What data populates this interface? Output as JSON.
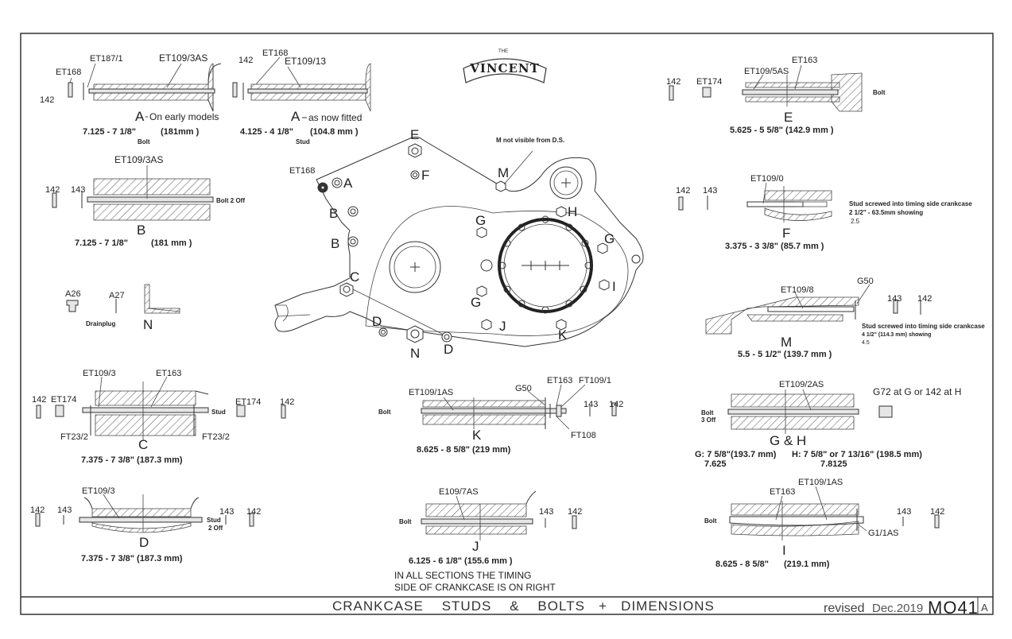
{
  "logo": {
    "top": "THE",
    "word": "VINCENT"
  },
  "title_block": {
    "title": "CRANKCASE    STUDS    &    BOLTS   +   DIMENSIONS",
    "revised": "revised",
    "date": "Dec.2019",
    "drawing_no": "MO41",
    "sheet": "A"
  },
  "notes": {
    "timing_1": "IN  ALL SECTIONS THE TIMING",
    "timing_2": "SIDE OF CRANKCASE IS ON RIGHT",
    "m_note": "M  not visible from D.S."
  },
  "sections": {
    "A_early": {
      "parts": [
        "ET187/1",
        "ET109/3AS",
        "ET168",
        "142"
      ],
      "caption": "A",
      "caption_note": "On  early models",
      "dim": "7.125  -  7 1/8\"",
      "dim_mm": "(181mm )",
      "kind": "Bolt"
    },
    "A_now": {
      "parts": [
        "142",
        "ET168",
        "ET109/13"
      ],
      "caption": "A",
      "caption_note": "as now fitted",
      "dim": "4.125 - 4  1/8\"",
      "dim_mm": "(104.8   mm )",
      "kind": "Stud"
    },
    "B": {
      "parts": [
        "ET109/3AS",
        "142",
        "143"
      ],
      "kind": "Bolt  2 Off",
      "caption": "B",
      "dim": "7.125  -  7 1/8\"",
      "dim_mm": "(181  mm )"
    },
    "N": {
      "parts": [
        "A26",
        "A27"
      ],
      "kind": "Drainplug",
      "caption": "N"
    },
    "C": {
      "parts": [
        "ET109/3",
        "ET163",
        "142",
        "ET174",
        "FT23/2",
        "FT23/2",
        "ET174",
        "142"
      ],
      "kind": "Stud",
      "caption": "C",
      "dim": "7.375  -  7 3/8\"  (187.3 mm)"
    },
    "D": {
      "parts": [
        "ET109/3",
        "142",
        "143",
        "143",
        "142"
      ],
      "kind": "Stud",
      "kind2": "2 Off",
      "caption": "D",
      "dim": "7.375  -  7 3/8\"  (187.3 mm)"
    },
    "E": {
      "parts": [
        "ET163",
        "ET109/5AS",
        "142",
        "ET174"
      ],
      "kind": "Bolt",
      "caption": "E",
      "dim": "5.625  -  5 5/8\"  (142.9    mm )"
    },
    "F": {
      "parts": [
        "ET109/0",
        "142",
        "143"
      ],
      "note_1": "Stud screwed into timing side crankcase",
      "note_2": "2 1/2\" -  63.5mm showing",
      "note_3": "2.5",
      "caption": "F",
      "dim": "3.375  -  3 3/8\"  (85.7 mm )"
    },
    "M": {
      "parts": [
        "ET109/8",
        "G50",
        "143",
        "142"
      ],
      "note_1": "Stud screwed into timing side crankcase",
      "note_2": "4 1/2\"  (114.3 mm)  showing",
      "note_3": "4.5",
      "caption": "M",
      "dim": "5.5  -  5 1/2\" (139.7 mm )"
    },
    "K": {
      "parts": [
        "ET109/1AS",
        "G50",
        "ET163",
        "FT109/1",
        "143",
        "142",
        "FT108"
      ],
      "kind": "Bolt",
      "caption": "K",
      "dim": "8.625  -  8 5/8\"  (219 mm)"
    },
    "GH": {
      "parts": [
        "ET109/2AS"
      ],
      "g72": "G72 at G or 142 at H",
      "kind": "Bolt",
      "kind2": "3 Off",
      "caption": "G & H",
      "dim_g": "G: 7 5/8\"(193.7   mm)",
      "dim_h": "H: 7 5/8\" or 7 13/16\"  (198.5   mm)",
      "dec_g": "7.625",
      "dec_h": "7.8125"
    },
    "J": {
      "parts": [
        "E109/7AS",
        "143",
        "142"
      ],
      "kind": "Bolt",
      "caption": "J",
      "dim": "6.125  -  6 1/8\"  (155.6   mm )"
    },
    "I": {
      "parts": [
        "ET163",
        "ET109/1AS",
        "143",
        "142",
        "G1/1AS"
      ],
      "kind": "Bolt",
      "caption": "I",
      "dim": "8.625  -  8 5/8\"",
      "dim_mm": "(219.1    mm)"
    }
  },
  "crankcase": {
    "labels": [
      "E",
      "F",
      "M",
      "A",
      "B",
      "B",
      "C",
      "D",
      "D",
      "N",
      "G",
      "G",
      "G",
      "H",
      "I",
      "J",
      "K"
    ],
    "et168": "ET168"
  }
}
